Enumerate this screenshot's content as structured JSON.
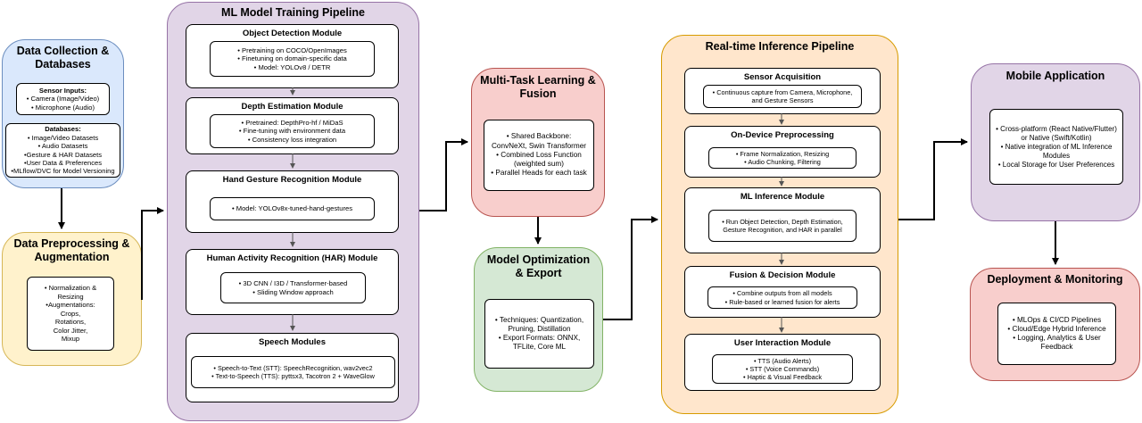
{
  "data_collection": {
    "title": "Data Collection & Databases",
    "sensor_inputs": {
      "heading": "Sensor Inputs:",
      "items": [
        "• Camera (Image/Video)",
        "• Microphone (Audio)"
      ]
    },
    "databases": {
      "heading": "Databases:",
      "items": [
        "• Image/Video Datasets",
        "• Audio Datasets",
        "•Gesture & HAR Datasets",
        "•User Data & Preferences",
        "•MLflow/DVC for Model Versioning"
      ]
    }
  },
  "data_preprocessing": {
    "title": "Data Preprocessing & Augmentation",
    "items": [
      "• Normalization &",
      "Resizing",
      "•Augmentations:",
      "Crops,",
      "Rotations,",
      "Color Jitter,",
      "Mixup"
    ]
  },
  "training": {
    "title": "ML Model Training Pipeline",
    "modules": [
      {
        "title": "Object Detection Module",
        "items": [
          "• Pretraining on COCO/OpenImages",
          "• Finetuning on domain-specific data",
          "• Model: YOLOv8 / DETR"
        ]
      },
      {
        "title": "Depth Estimation Module",
        "items": [
          "• Pretrained: DepthPro-hf / MiDaS",
          "• Fine-tuning with environment data",
          "• Consistency loss integration"
        ]
      },
      {
        "title": "Hand Gesture Recognition Module",
        "items": [
          "• Model: YOLOv8x-tuned-hand-gestures"
        ]
      },
      {
        "title": "Human Activity Recognition (HAR) Module",
        "items": [
          "• 3D CNN / I3D / Transformer-based",
          "• Sliding Window approach"
        ]
      },
      {
        "title": "Speech Modules",
        "items": [
          "• Speech-to-Text (STT): SpeechRecognition, wav2vec2",
          "• Text-to-Speech (TTS): pyttsx3, Tacotron 2 + WaveGlow"
        ]
      }
    ]
  },
  "multitask": {
    "title": "Multi-Task Learning & Fusion",
    "items": [
      "• Shared Backbone:",
      "ConvNeXt, Swin Transformer",
      "• Combined Loss Function",
      "(weighted sum)",
      "• Parallel Heads for each task"
    ]
  },
  "optimization": {
    "title": "Model Optimization & Export",
    "items": [
      "• Techniques: Quantization,",
      "Pruning, Distillation",
      "• Export Formats: ONNX,",
      "TFLite, Core ML"
    ]
  },
  "inference": {
    "title": "Real-time Inference Pipeline",
    "modules": [
      {
        "title": "Sensor Acquisition",
        "items": [
          "• Continuous capture from Camera, Microphone,",
          "and Gesture Sensors"
        ]
      },
      {
        "title": "On-Device Preprocessing",
        "items": [
          "• Frame Normalization, Resizing",
          "• Audio Chunking, Filtering"
        ]
      },
      {
        "title": "ML Inference Module",
        "items": [
          "• Run Object Detection, Depth Estimation,",
          "Gesture Recognition, and HAR in parallel"
        ]
      },
      {
        "title": "Fusion & Decision Module",
        "items": [
          "• Combine outputs from all models",
          "• Rule-based or learned fusion for alerts"
        ]
      },
      {
        "title": "User Interaction Module",
        "items": [
          "• TTS (Audio Alerts)",
          "• STT (Voice Commands)",
          "• Haptic & Visual Feedback"
        ]
      }
    ]
  },
  "mobile": {
    "title": "Mobile Application",
    "items": [
      "• Cross-platform (React Native/Flutter)",
      "or Native (Swift/Kotlin)",
      "• Native integration of ML Inference",
      "Modules",
      "• Local Storage for User Preferences"
    ]
  },
  "deployment": {
    "title": "Deployment & Monitoring",
    "items": [
      "• MLOps & CI/CD Pipelines",
      "• Cloud/Edge Hybrid Inference",
      "• Logging, Analytics & User",
      "Feedback"
    ]
  },
  "colors": {
    "blue_fill": "#dae8fc",
    "blue_stroke": "#6c8ebf",
    "yellow_fill": "#fff2cc",
    "yellow_stroke": "#d6b656",
    "purple_fill": "#e1d5e7",
    "purple_stroke": "#9673a6",
    "red_fill": "#f8cecc",
    "red_stroke": "#b85450",
    "green_fill": "#d5e8d4",
    "green_stroke": "#82b366",
    "orange_fill": "#ffe6cc",
    "orange_stroke": "#d79b00",
    "arrow": "#000000",
    "inner_arrow": "#555555"
  }
}
